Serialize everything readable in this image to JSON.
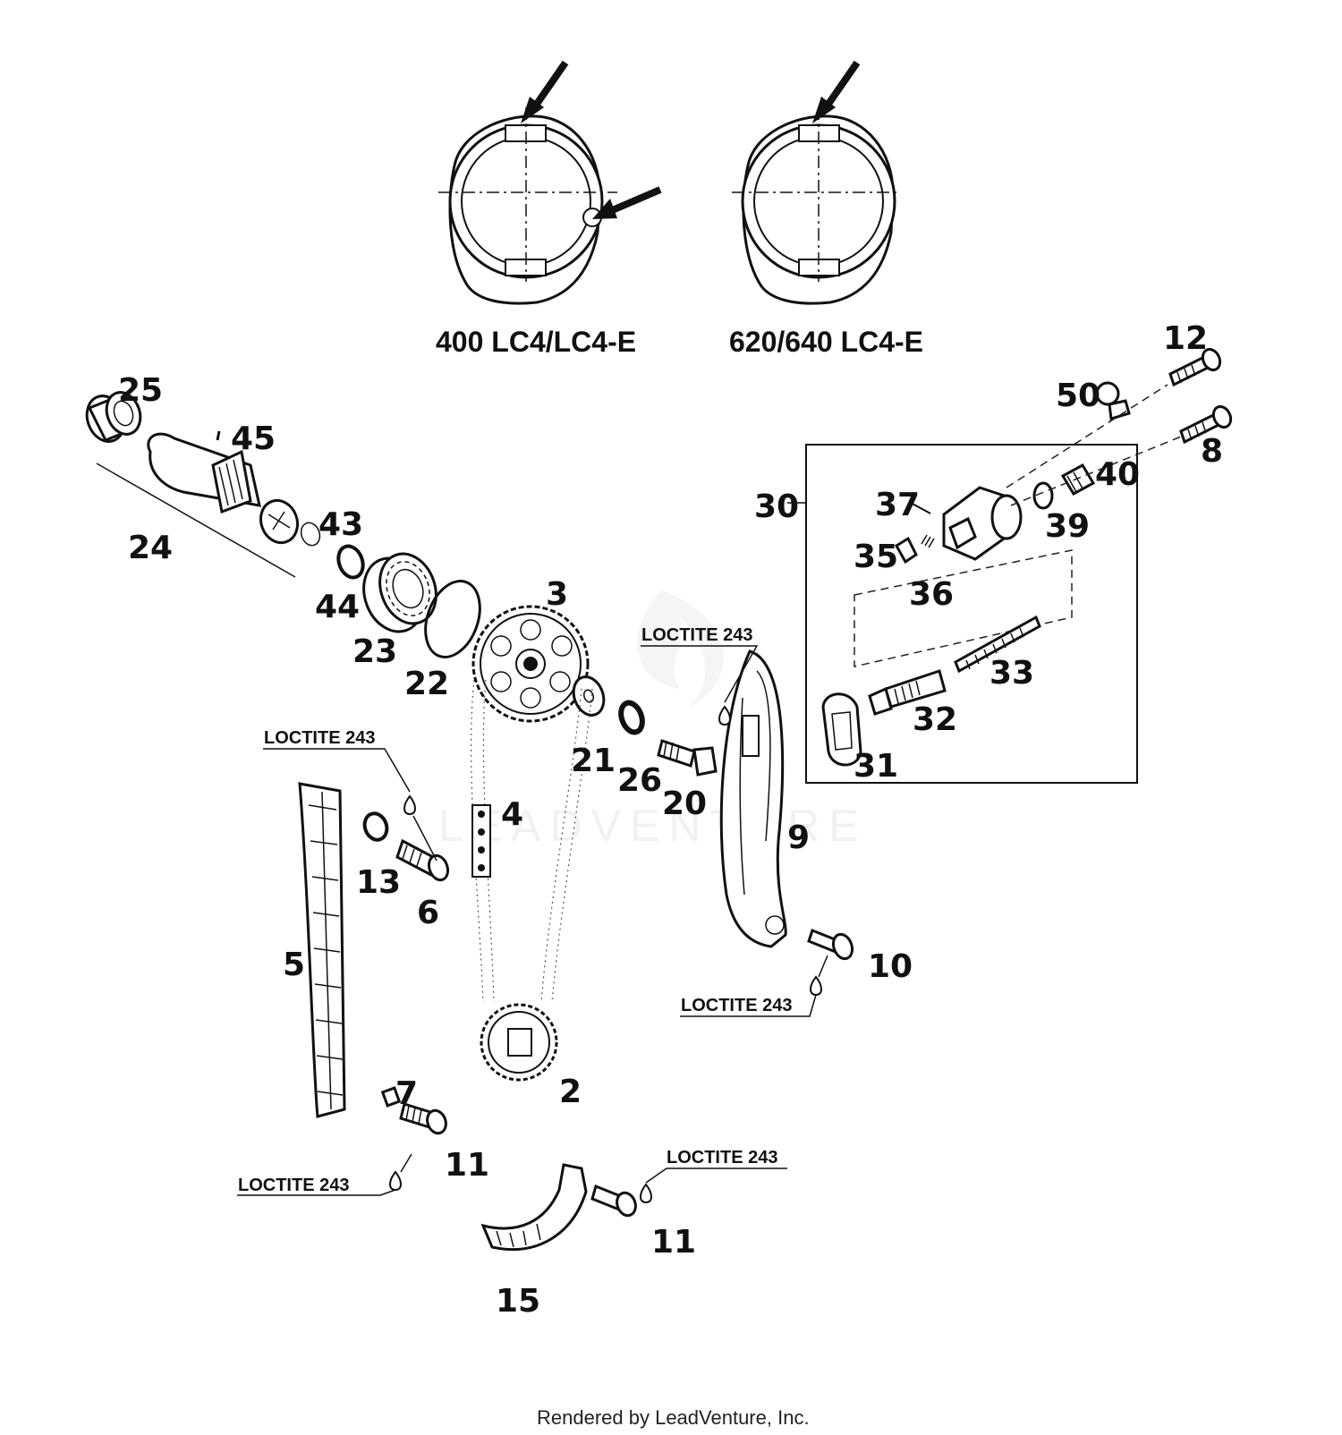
{
  "variants": {
    "left": "400 LC4/LC4-E",
    "right": "620/640 LC4-E"
  },
  "watermark": "LEADVENTURE",
  "callouts": {
    "p2": "2",
    "p3": "3",
    "p4": "4",
    "p5": "5",
    "p6": "6",
    "p7": "7",
    "p8": "8",
    "p9": "9",
    "p10": "10",
    "p11a": "11",
    "p11b": "11",
    "p12": "12",
    "p13": "13",
    "p15": "15",
    "p20": "20",
    "p21": "21",
    "p22": "22",
    "p23": "23",
    "p24": "24",
    "p25": "25",
    "p26": "26",
    "p30": "30",
    "p31": "31",
    "p32": "32",
    "p33": "33",
    "p35": "35",
    "p36": "36",
    "p37": "37",
    "p39": "39",
    "p40": "40",
    "p43": "43",
    "p44": "44",
    "p45": "45",
    "p50": "50"
  },
  "loctite": {
    "a": "LOCTITE 243",
    "b": "LOCTITE 243",
    "c": "LOCTITE 243",
    "d": "LOCTITE 243",
    "e": "LOCTITE 243"
  },
  "footer": "Rendered by LeadVenture, Inc."
}
